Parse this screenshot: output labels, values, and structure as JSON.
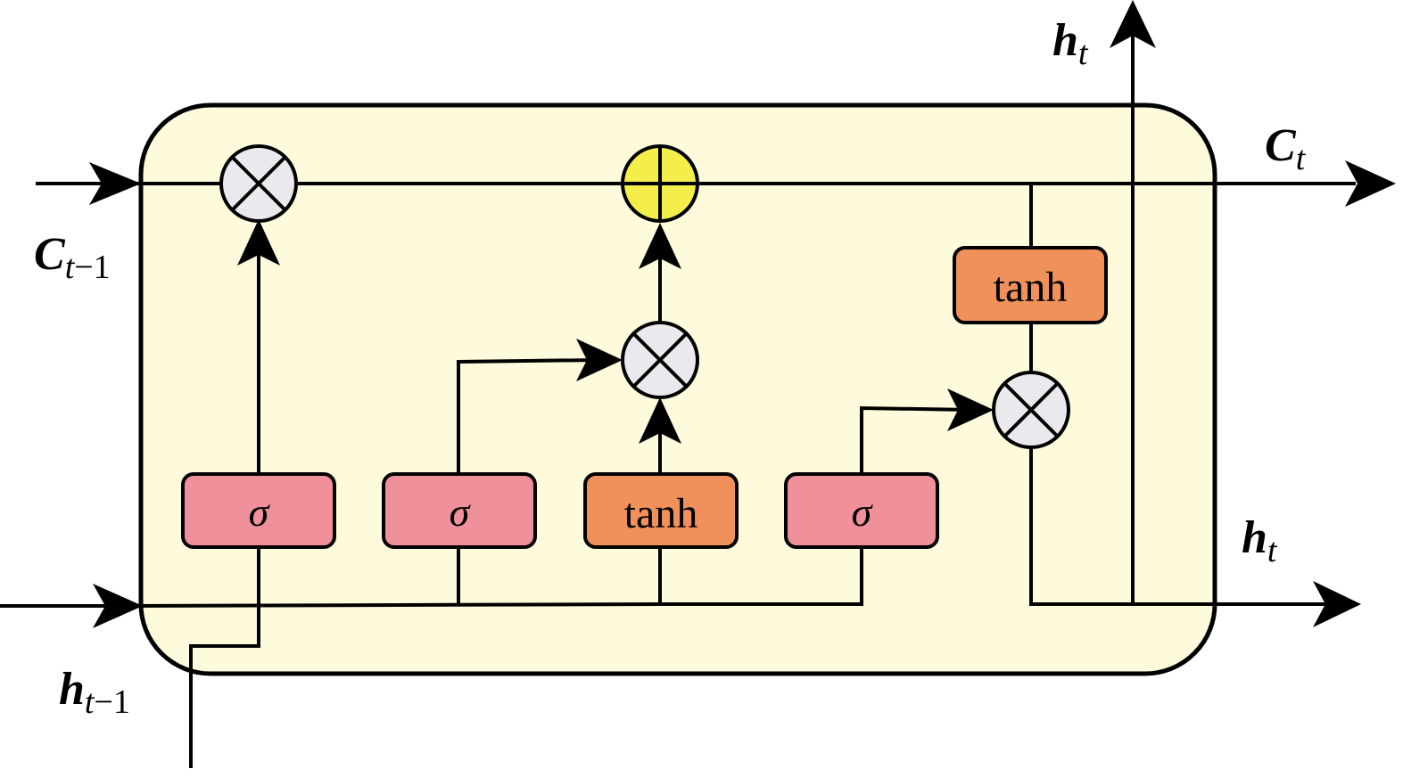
{
  "colors": {
    "cell_fill": "#fdfbdc",
    "sigma_fill": "#f0909a",
    "tanh_fill": "#f0905a",
    "op_fill": "#ebe9ed",
    "add_fill": "#f4ee4a",
    "line": "#000000"
  },
  "labels": {
    "c_prev": {
      "main": "C",
      "sub": "t",
      "num": "−1"
    },
    "h_prev": {
      "main": "h",
      "sub": "t",
      "num": "−1"
    },
    "c_out": {
      "main": "C",
      "sub": "t"
    },
    "h_out_top": {
      "main": "h",
      "sub": "t"
    },
    "h_out_right": {
      "main": "h",
      "sub": "t"
    }
  },
  "gates": {
    "forget": "σ",
    "input": "σ",
    "candidate": "tanh",
    "output": "σ",
    "cell_tanh": "tanh"
  },
  "operators": {
    "multiply_icon": "circle-times-icon",
    "add_icon": "circle-plus-icon"
  }
}
